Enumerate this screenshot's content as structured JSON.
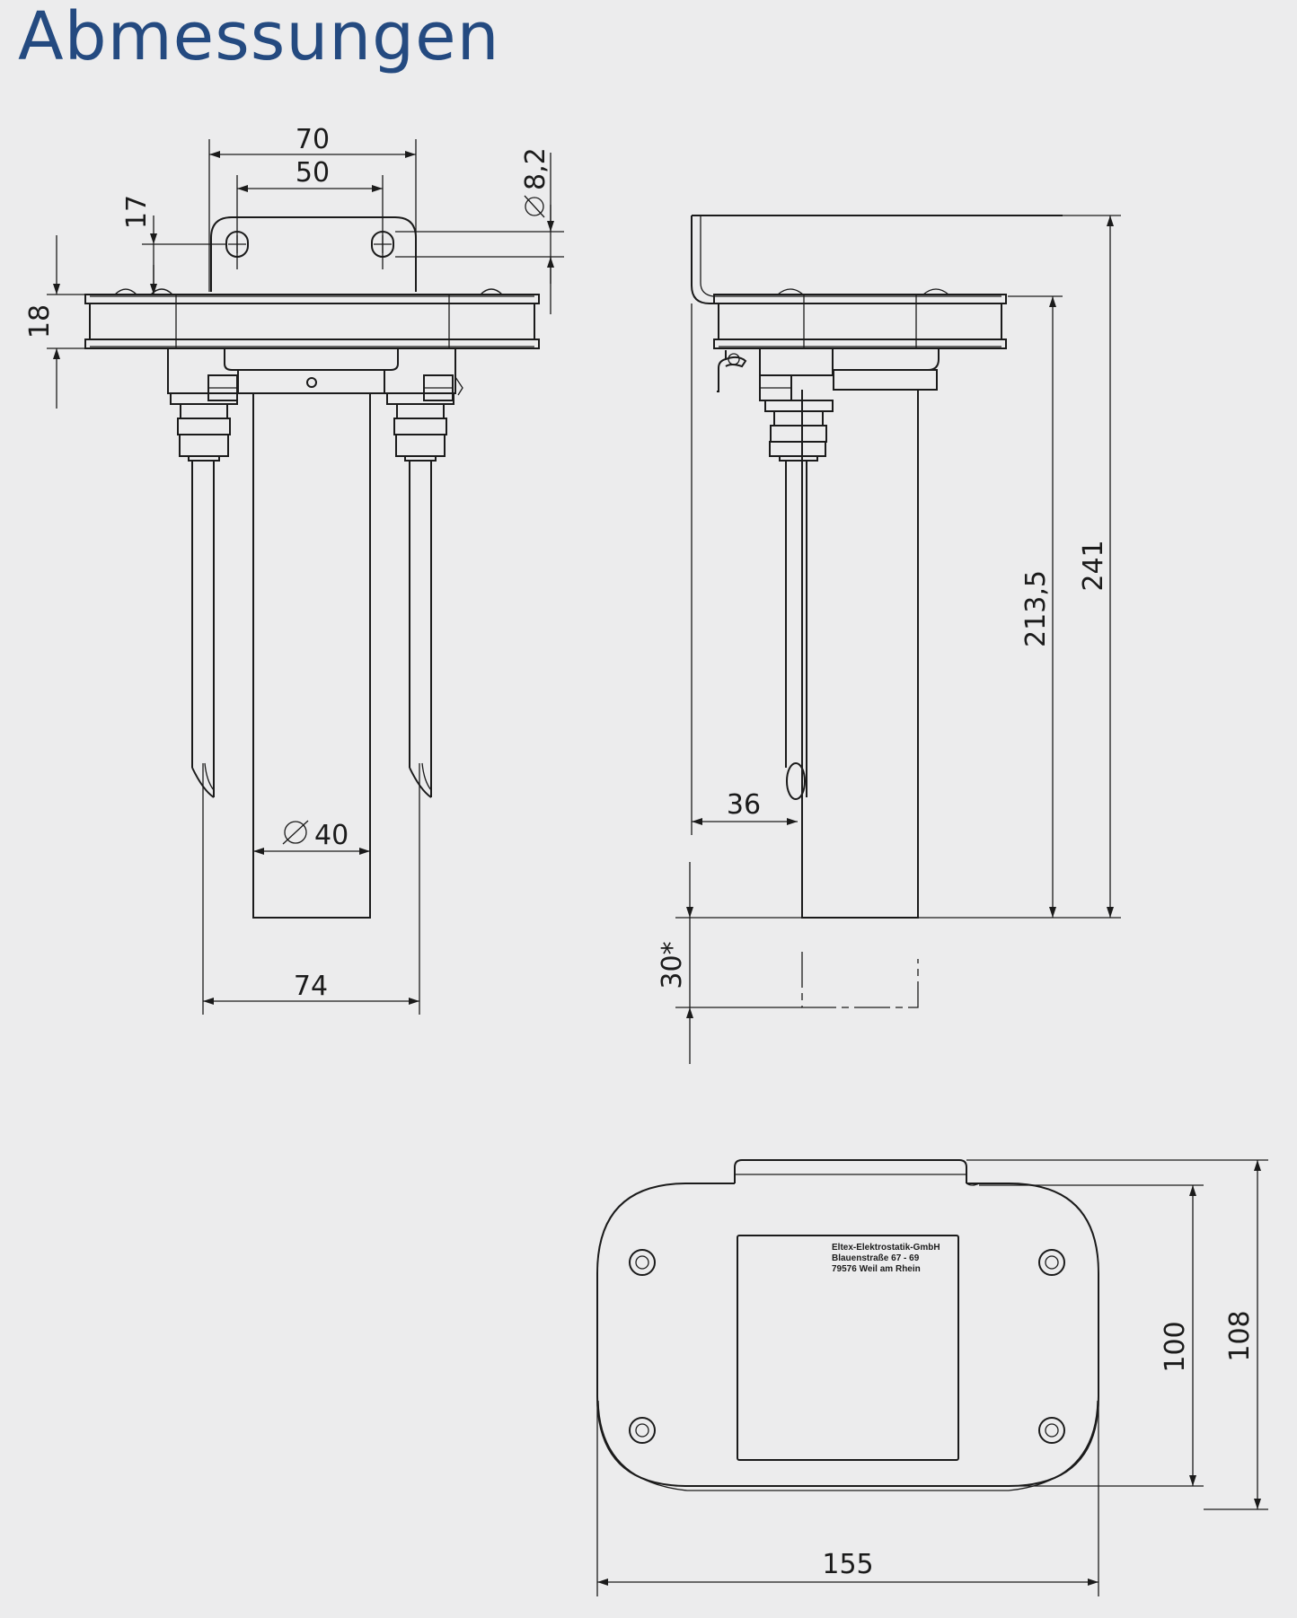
{
  "title": "Abmessungen",
  "dimensions": {
    "front_bracket_width": "70",
    "front_hole_spacing": "50",
    "front_hole_diameter": "8,2",
    "front_hole_height": "17",
    "front_flange_height": "18",
    "front_tube_diameter": "40",
    "front_total_width": "74",
    "side_distance": "36",
    "side_height_inner": "213,5",
    "side_height_total": "241",
    "side_extension": "30*",
    "top_width": "155",
    "top_depth_inner": "100",
    "top_depth_total": "108"
  },
  "nameplate": {
    "line1": "Eltex-Elektrostatik-GmbH",
    "line2": "Blauenstraße 67 - 69",
    "line3": "79576 Weil am Rhein"
  },
  "symbols": {
    "diameter": "diameter-symbol"
  }
}
